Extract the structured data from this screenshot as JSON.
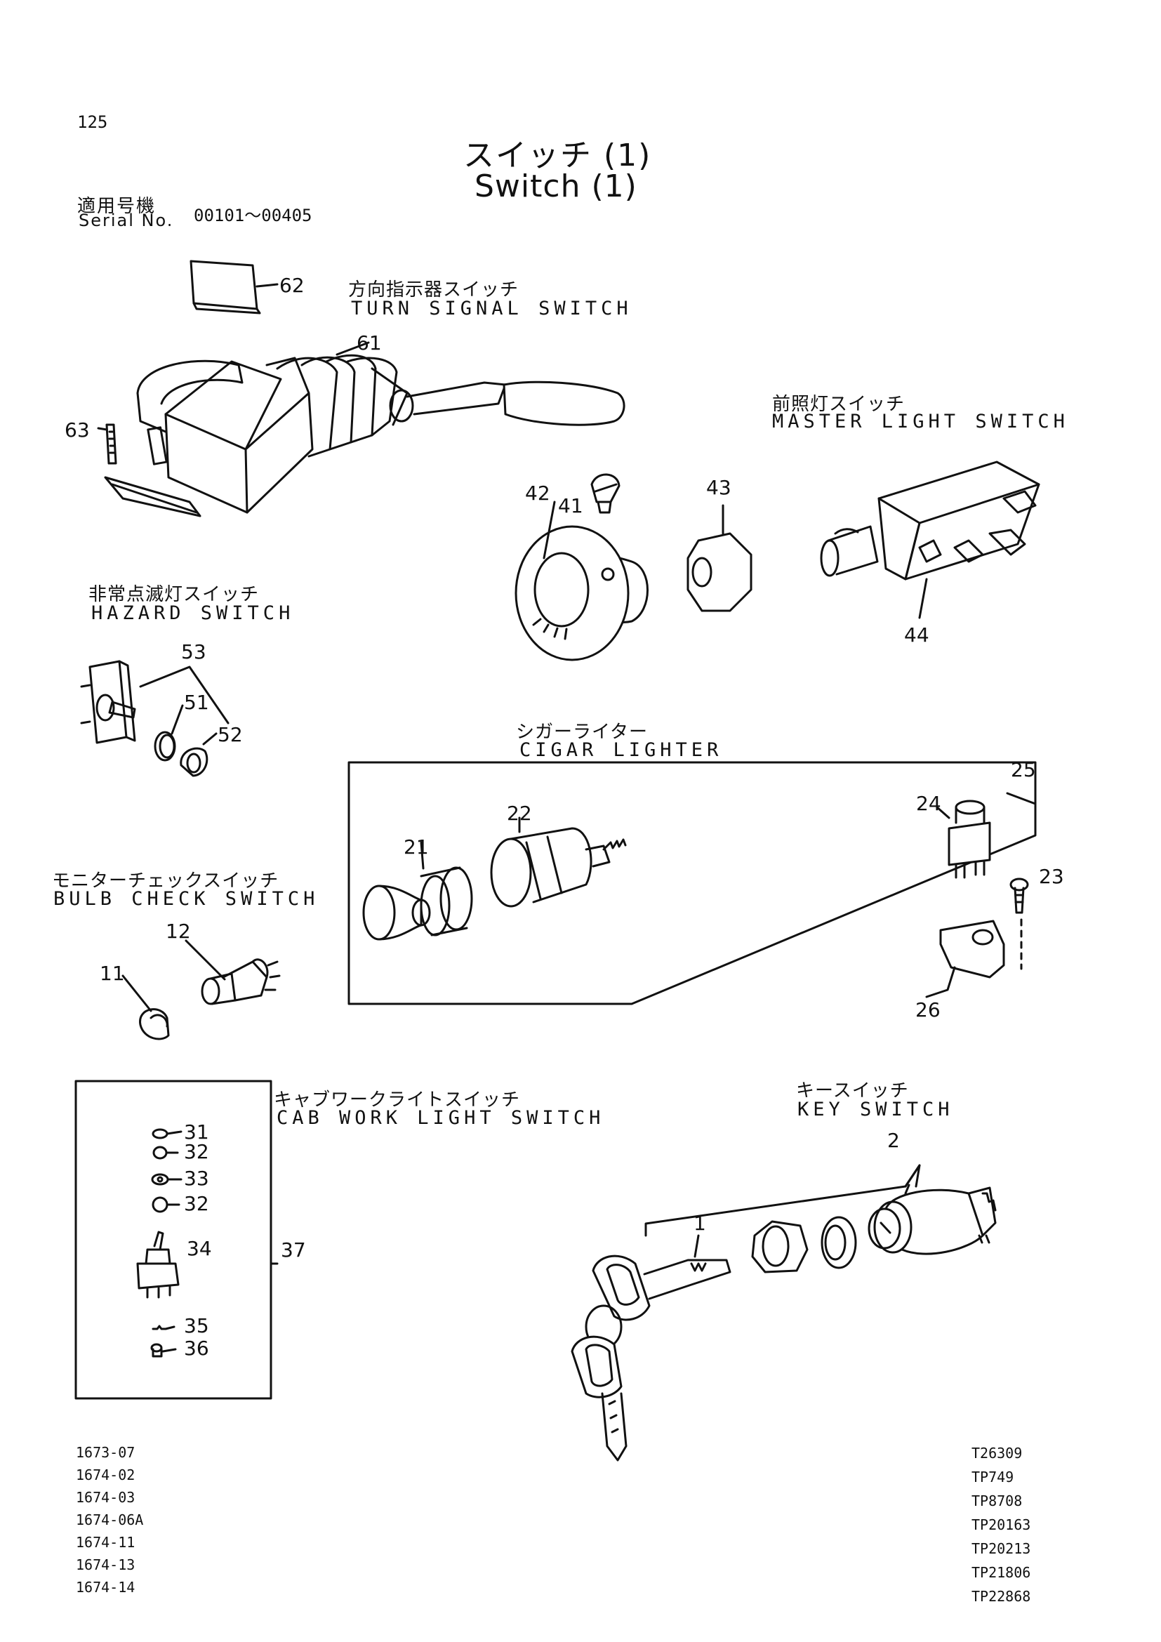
{
  "page": {
    "number": "125",
    "title_jp": "スイッチ (1)",
    "title_en": "Switch (1)",
    "serial_label_jp": "適用号機",
    "serial_label_en": "Serial No.",
    "serial_range": "00101～00405"
  },
  "sections": {
    "turn_signal": {
      "jp": "方向指示器スイッチ",
      "en": "TURN SIGNAL SWITCH"
    },
    "master_light": {
      "jp": "前照灯スイッチ",
      "en": "MASTER LIGHT SWITCH"
    },
    "hazard": {
      "jp": "非常点滅灯スイッチ",
      "en": "HAZARD SWITCH"
    },
    "cigar_lighter": {
      "jp": "シガーライター",
      "en": "CIGAR LIGHTER"
    },
    "bulb_check": {
      "jp": "モニターチェックスイッチ",
      "en": "BULB CHECK SWITCH"
    },
    "cab_work_light": {
      "jp": "キャブワークライトスイッチ",
      "en": "CAB WORK LIGHT SWITCH"
    },
    "key_switch": {
      "jp": "キースイッチ",
      "en": "KEY SWITCH"
    }
  },
  "callouts": {
    "c62": "62",
    "c61": "61",
    "c63": "63",
    "c42": "42",
    "c41": "41",
    "c43": "43",
    "c44": "44",
    "c53": "53",
    "c51": "51",
    "c52": "52",
    "c25": "25",
    "c24": "24",
    "c22": "22",
    "c21": "21",
    "c23": "23",
    "c26": "26",
    "c12": "12",
    "c11": "11",
    "c31": "31",
    "c32a": "32",
    "c33": "33",
    "c32b": "32",
    "c34": "34",
    "c35": "35",
    "c36": "36",
    "c37": "37",
    "c2": "2",
    "c1": "1"
  },
  "references_left": [
    "1673-07",
    "1674-02",
    "1674-03",
    "1674-06A",
    "1674-11",
    "1674-13",
    "1674-14"
  ],
  "references_right": [
    "T26309",
    "TP749",
    "TP8708",
    "TP20163",
    "TP20213",
    "TP21806",
    "TP22868"
  ]
}
